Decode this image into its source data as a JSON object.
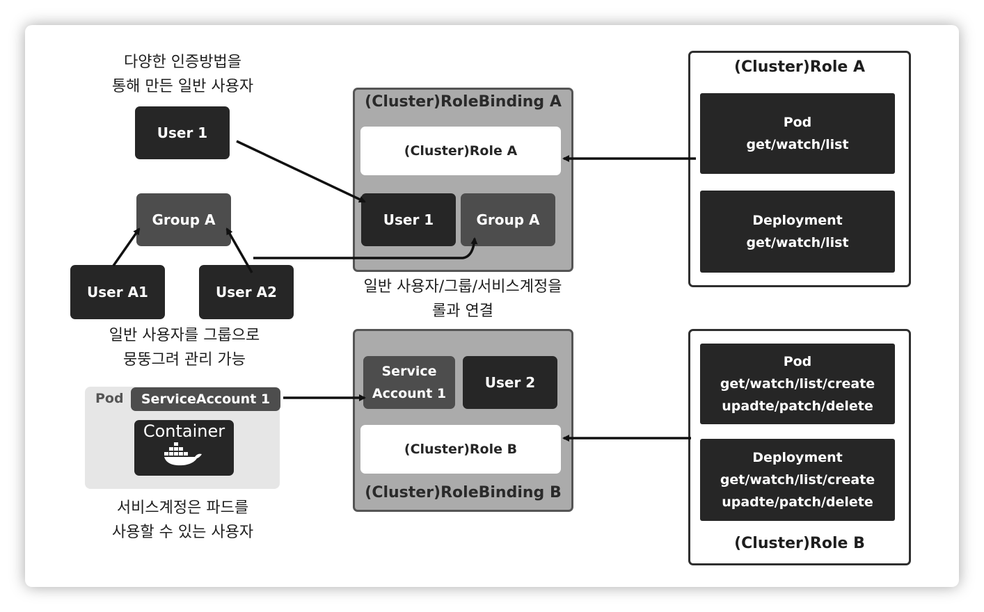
{
  "captions": {
    "user_desc_line1": "다양한 인증방법을",
    "user_desc_line2": "통해 만든 일반 사용자",
    "group_desc_line1": "일반 사용자를 그룹으로",
    "group_desc_line2": "뭉뚱그려 관리 가능",
    "binding_desc_line1": "일반 사용자/그룹/서비스계정을",
    "binding_desc_line2": "롤과 연결",
    "sa_desc_line1": "서비스계정은 파드를",
    "sa_desc_line2": "사용할 수 있는 사용자"
  },
  "left": {
    "user1": "User 1",
    "group_a": "Group A",
    "user_a1": "User A1",
    "user_a2": "User A2",
    "pod_label": "Pod",
    "service_account": "ServiceAccount 1",
    "container": "Container"
  },
  "binding_a": {
    "title": "(Cluster)RoleBinding A",
    "role_ref": "(Cluster)Role A",
    "subject_user": "User 1",
    "subject_group": "Group A"
  },
  "binding_b": {
    "title": "(Cluster)RoleBinding B",
    "role_ref": "(Cluster)Role B",
    "subject_sa_line1": "Service",
    "subject_sa_line2": "Account 1",
    "subject_user": "User 2"
  },
  "role_a": {
    "title": "(Cluster)Role A",
    "rules": [
      {
        "resource": "Pod",
        "verbs": "get/watch/list"
      },
      {
        "resource": "Deployment",
        "verbs": "get/watch/list"
      }
    ]
  },
  "role_b": {
    "title": "(Cluster)Role B",
    "rules": [
      {
        "resource": "Pod",
        "verbs_line1": "get/watch/list/create",
        "verbs_line2": "upadte/patch/delete"
      },
      {
        "resource": "Deployment",
        "verbs_line1": "get/watch/list/create",
        "verbs_line2": "upadte/patch/delete"
      }
    ]
  },
  "icons": {
    "container_icon": "docker-whale-icon"
  },
  "colors": {
    "dark_box": "#262626",
    "mid_box": "#4d4d4d",
    "binding_bg": "#ababab",
    "pod_bg": "#e6e6e6"
  }
}
